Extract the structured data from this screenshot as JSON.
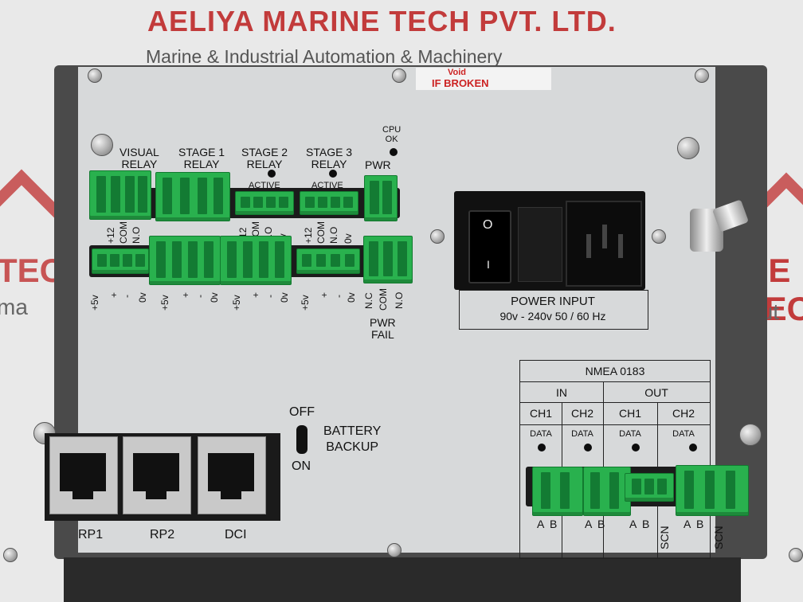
{
  "watermark": {
    "title": "AELIYA MARINE TECH PVT. LTD.",
    "subtitle": "Marine & Industrial Automation & Machinery",
    "ghost_left": "TEC",
    "ghost_left_2": "ma",
    "ghost_right": "NE TEC",
    "ghost_right_2": "Aut"
  },
  "seal": {
    "line1": "Void",
    "line2": "IF BROKEN"
  },
  "relays": {
    "visual": "VISUAL\nRELAY",
    "stage1": "STAGE 1\nRELAY",
    "stage2": "STAGE 2\nRELAY",
    "stage3": "STAGE 3\nRELAY",
    "active": "ACTIVE",
    "pwr": "PWR",
    "cpu_ok": "CPU\nOK",
    "pins_top": [
      "+12",
      "COM",
      "N.O",
      "0v"
    ],
    "pins_bottom": [
      "+5v",
      "+",
      "-",
      "0v"
    ],
    "pwr_fail_pins": [
      "N.C",
      "COM",
      "N.O"
    ],
    "pwr_fail": "PWR\nFAIL"
  },
  "power_input": {
    "title": "POWER INPUT",
    "spec": "90v - 240v 50 / 60 Hz",
    "switch_on": "O",
    "switch_off": "I"
  },
  "battery": {
    "off": "OFF",
    "on": "ON",
    "label": "BATTERY\nBACKUP"
  },
  "ports": [
    "RP1",
    "RP2",
    "DCI"
  ],
  "nmea": {
    "title": "NMEA 0183",
    "in": "IN",
    "out": "OUT",
    "channels": [
      "CH1",
      "CH2",
      "CH1",
      "CH2"
    ],
    "data": "DATA",
    "pins": [
      "A",
      "B",
      "A",
      "B",
      "A",
      "B",
      "SCN",
      "A",
      "B",
      "SCN"
    ]
  }
}
